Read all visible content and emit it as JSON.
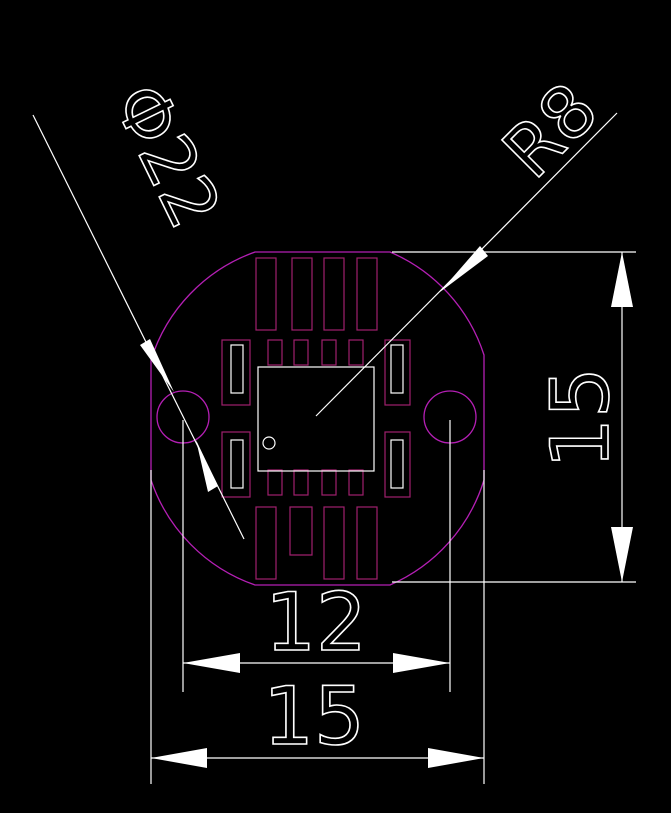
{
  "dimensions": {
    "diameter_label": "Φ22",
    "radius_label": "R8",
    "height_label": "15",
    "inner_width_label": "12",
    "outer_width_label": "15"
  },
  "colors": {
    "background": "#000000",
    "dimension_lines": "#ffffff",
    "board_outline": "#b41fb4",
    "pads": "#a0206e"
  }
}
